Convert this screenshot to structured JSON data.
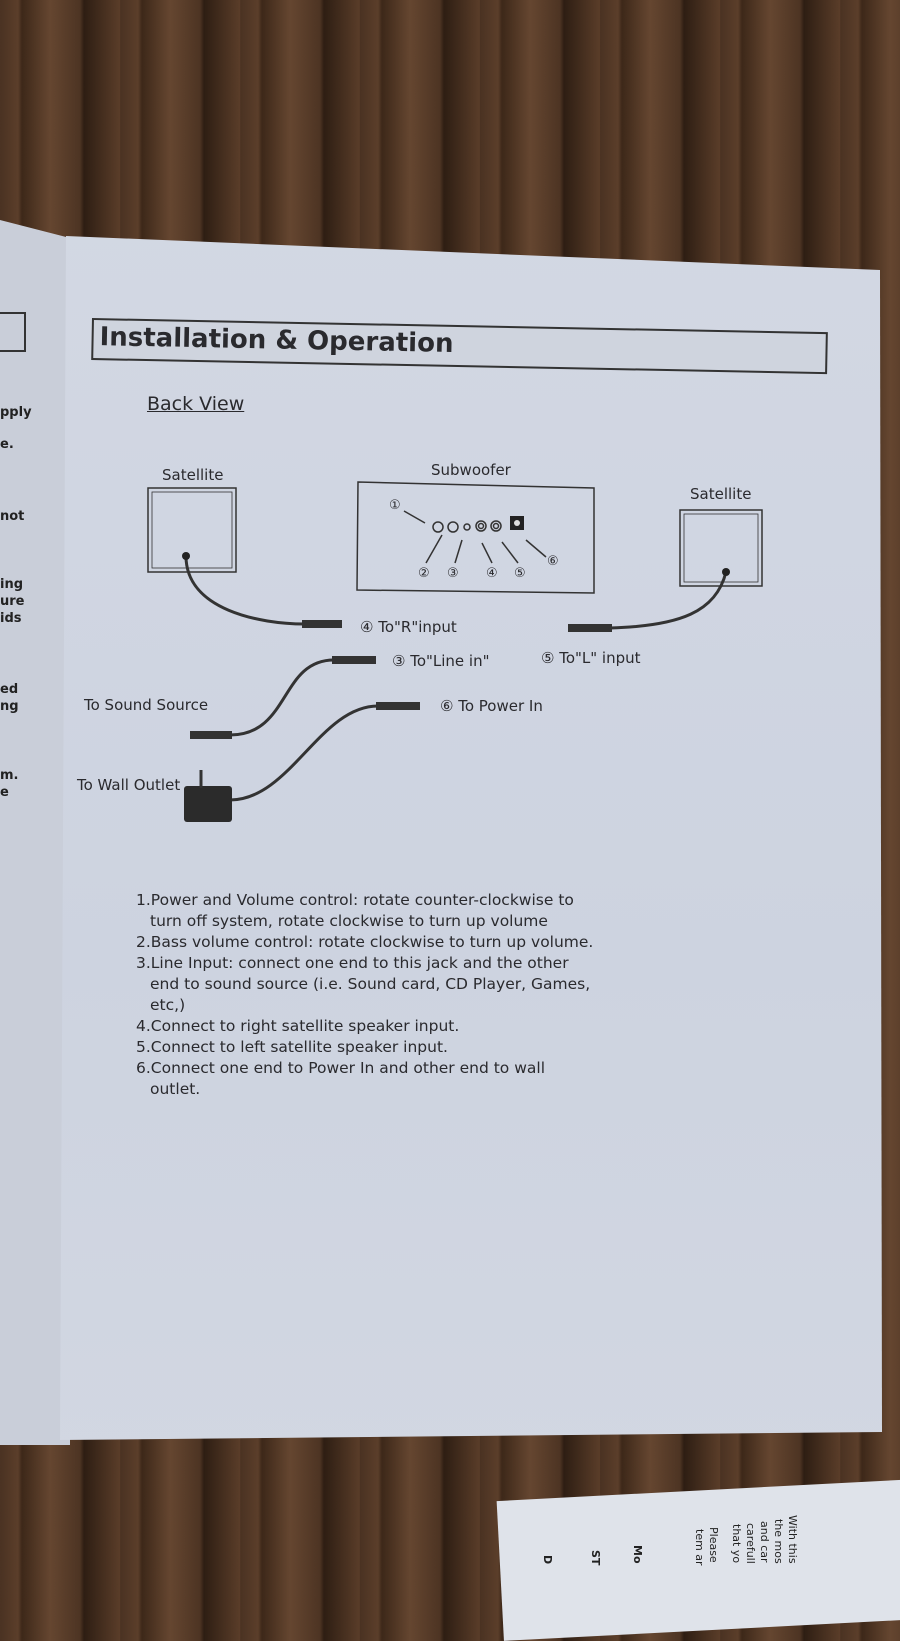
{
  "header": {
    "title": "Installation & Operation"
  },
  "section": {
    "heading": "Back View"
  },
  "diagram": {
    "satellite_left": "Satellite",
    "satellite_right": "Satellite",
    "subwoofer": "Subwoofer",
    "markers": [
      "①",
      "②",
      "③",
      "④",
      "⑤",
      "⑥"
    ],
    "to_r_input": "④ To\"R\"input",
    "to_line_in": "③ To\"Line in\"",
    "to_l_input": "⑤ To\"L\" input",
    "to_power_in": "⑥ To Power In",
    "to_sound_source": "To Sound Source",
    "to_wall_outlet": "To Wall Outlet"
  },
  "instructions": [
    "1.Power and Volume control: rotate counter-clockwise to turn off system, rotate clockwise to turn up volume",
    "2.Bass volume control: rotate clockwise to turn up volume.",
    "3.Line Input: connect one end to this jack and the other end to sound source (i.e. Sound card, CD Player, Games, etc,)",
    "4.Connect to right satellite speaker input.",
    "5.Connect to left satellite speaker input.",
    "6.Connect one end to Power In and other end to wall outlet."
  ],
  "left_page_fragments": [
    "pply",
    "e.",
    "not",
    "ing",
    "ure",
    "ids",
    "ed",
    "ng",
    "m.",
    "e"
  ],
  "bottom_card": [
    "With this",
    "the mos",
    "and car",
    "carefull",
    "that yo",
    "Please",
    "tem ar",
    "Mo",
    "ST",
    "D"
  ]
}
